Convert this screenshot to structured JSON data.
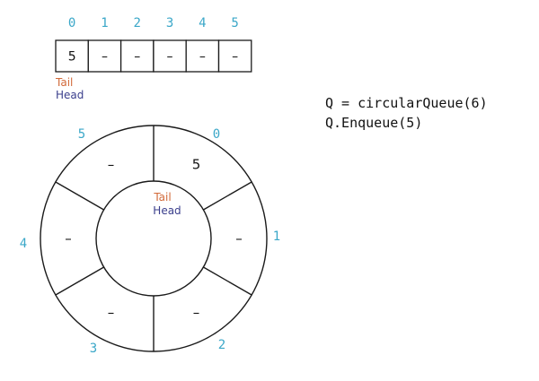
{
  "colors": {
    "index": "#3aa7c8",
    "tail": "#d26a3a",
    "head": "#3a3e8c",
    "stroke": "#1a1a1a",
    "text": "#111111"
  },
  "array": {
    "indices": [
      "0",
      "1",
      "2",
      "3",
      "4",
      "5"
    ],
    "cells": [
      "5",
      "–",
      "–",
      "–",
      "–",
      "–"
    ],
    "tail_label": "Tail",
    "head_label": "Head"
  },
  "ring": {
    "segment_values": [
      "5",
      "–",
      "–",
      "–",
      "–",
      "–"
    ],
    "index_labels": [
      "0",
      "1",
      "2",
      "3",
      "4",
      "5"
    ],
    "tail_label": "Tail",
    "head_label": "Head"
  },
  "code": {
    "lines": [
      "Q = circularQueue(6)",
      "Q.Enqueue(5)"
    ]
  }
}
